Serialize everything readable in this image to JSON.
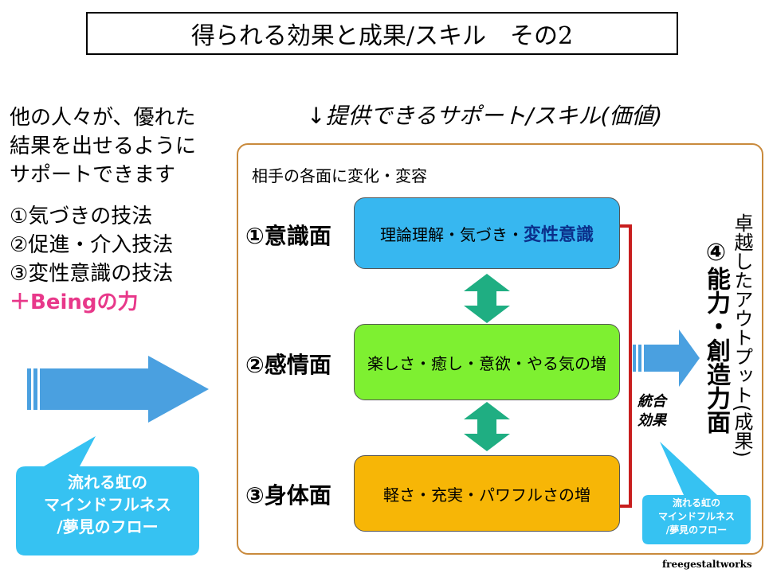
{
  "title": "得られる効果と成果/スキル　その2",
  "left": {
    "lines": [
      "他の人々が、優れた",
      "結果を出せるように",
      "サポートできます"
    ],
    "techniques": [
      "①気づきの技法",
      "②促進・介入技法",
      "③変性意識の技法"
    ],
    "being": "＋Beingの力"
  },
  "support_heading": "↓提供できるサポート/スキル(価値)",
  "change_heading": "相手の各面に変化・変容",
  "rows": [
    {
      "label": "①意識面",
      "content_plain": "理論理解・気づき・",
      "content_bold": "変性意識"
    },
    {
      "label": "②感情面",
      "content": "楽しさ・癒し・意欲・やる気の増"
    },
    {
      "label": "③身体面",
      "content": "軽さ・充実・パワフルさの増"
    }
  ],
  "effect_label": [
    "統合",
    "効果"
  ],
  "ability": "④能力・創造力面",
  "outcome": "卓越したアウトプット(成果)",
  "callout_large": "流れる虹の\nマインドフルネス\n/夢見のフロー",
  "callout_small": "流れる虹の\nマインドフルネス\n/夢見のフロー",
  "credit": "freegestaltworks",
  "colors": {
    "box1": "#37b7f0",
    "box2": "#7ef031",
    "box3": "#f7b606",
    "arrow_blue": "#4aa0e0",
    "double_arrow": "#1fae82",
    "bracket": "#c81e1e",
    "callout": "#36c2f2",
    "outer_border": "#c98a3c",
    "pink": "#e8388a"
  }
}
